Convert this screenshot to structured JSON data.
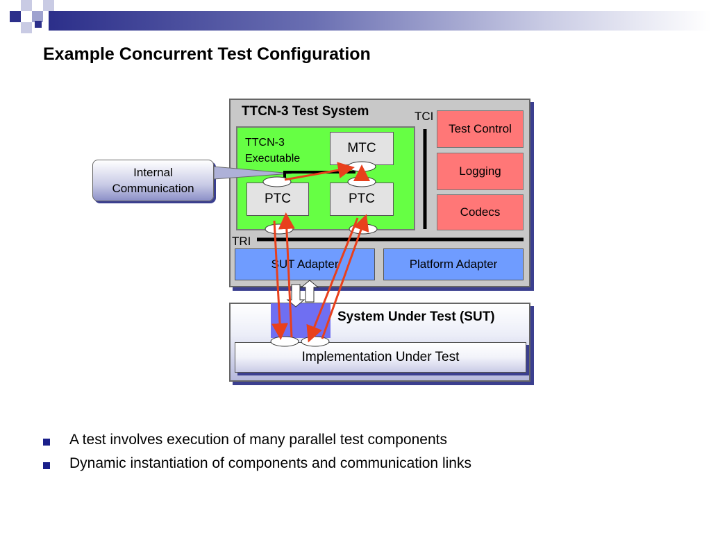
{
  "slide": {
    "title": "Example Concurrent Test Configuration"
  },
  "diagram": {
    "test_system_title": "TTCN-3 Test System",
    "executable_label_line1": "TTCN-3",
    "executable_label_line2": "Executable",
    "mtc": "MTC",
    "ptc_left": "PTC",
    "ptc_right": "PTC",
    "tci": "TCI",
    "tri": "TRI",
    "test_control": "Test Control",
    "logging": "Logging",
    "codecs": "Codecs",
    "sut_adapter": "SUT Adapter",
    "platform_adapter": "Platform Adapter",
    "sut_title": "System Under Test (SUT)",
    "iut": "Implementation Under Test",
    "callout_line1": "Internal",
    "callout_line2": "Communication"
  },
  "bullets": [
    "A test involves execution of many parallel test components",
    "Dynamic instantiation of components and communication links"
  ],
  "colors": {
    "accent_navy": "#2c2f8a",
    "executable_green": "#66ff44",
    "pink_box": "#ff7777",
    "adapter_blue": "#6f9cff",
    "arrow_red": "#e8401c"
  }
}
